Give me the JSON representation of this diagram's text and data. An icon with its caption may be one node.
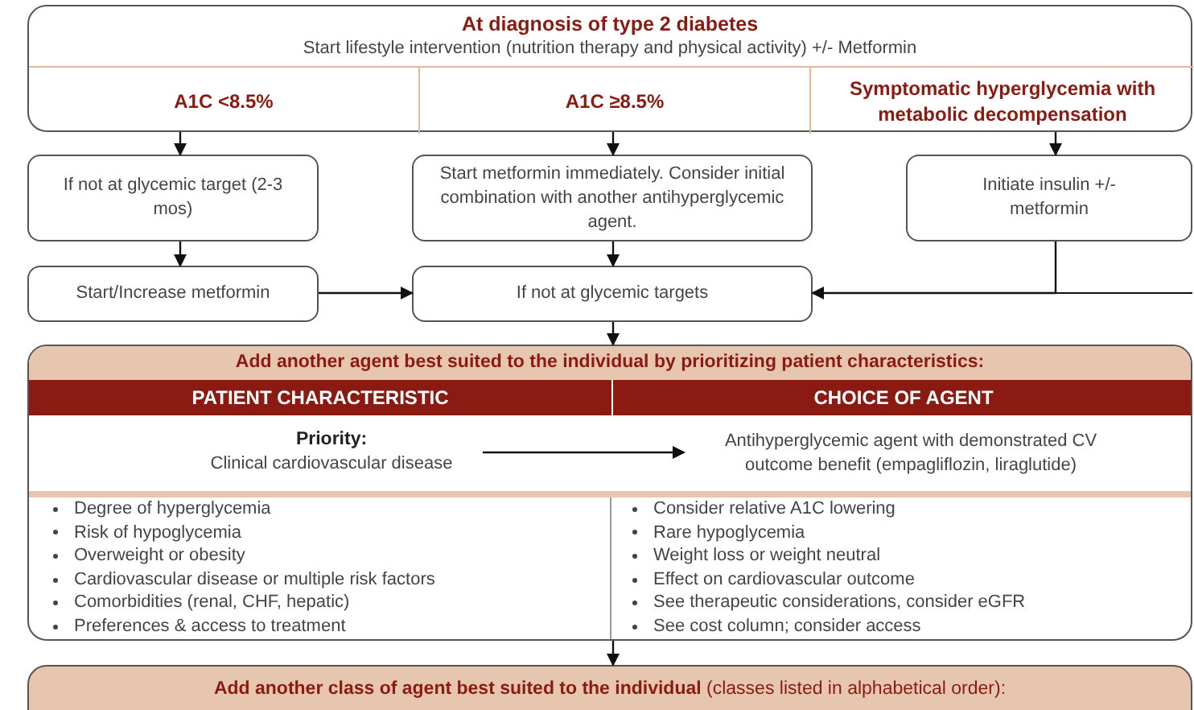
{
  "diagram": {
    "nodes": [
      {
        "text": [
          "At diagnosis of type 2 diabetes",
          "Start lifestyle intervention (nutrition therapy and physical activity) +/- Metformin"
        ]
      },
      {
        "text": [
          "A1C <8.5%"
        ],
        "in": 0
      },
      {
        "text": [
          "A1C ≥8.5%"
        ],
        "in": 0
      },
      {
        "text": [
          "Symptomatic hyperglycemia with metabolic decompensation"
        ],
        "in": 0
      },
      {
        "text": [
          "If not at glycemic target (2-3 mos)"
        ]
      },
      {
        "text": [
          "Start metformin immediately. Consider initial combination with another antihyperglycemic agent."
        ]
      },
      {
        "text": [
          "Initiate insulin +/- metformin"
        ]
      },
      {
        "text": [
          "Start/Increase metformin"
        ]
      },
      {
        "text": [
          "If not at glycemic targets"
        ]
      },
      {
        "text": [
          "Add another agent best suited to the individual by prioritizing patient characteristics:"
        ]
      },
      {
        "text": [
          "PATIENT CHARACTERISTIC"
        ],
        "in": 9
      },
      {
        "text": [
          "CHOICE OF AGENT"
        ],
        "in": 9
      },
      {
        "text": [
          "Priority:",
          "Clinical cardiovascular disease"
        ],
        "in": 9
      },
      {
        "text": [
          "Antihyperglycemic agent with demonstrated CV outcome benefit (empagliflozin, liraglutide)"
        ],
        "in": 9
      },
      {
        "text": [
          "Degree of hyperglycemia",
          "Risk of hypoglycemia",
          "Overweight or obesity",
          "Cardiovascular disease or multiple risk factors",
          "Comorbidities (renal, CHF, hepatic)",
          "Preferences & access to treatment"
        ],
        "in": 9
      },
      {
        "text": [
          "Consider relative A1C lowering",
          "Rare hypoglycemia",
          "Weight loss or weight neutral",
          "Effect on cardiovascular outcome",
          "See therapeutic considerations, consider eGFR",
          "See cost column; consider access"
        ],
        "in": 9
      },
      {
        "text": [
          "**Add another class of agent best suited to the individual** (classes listed in alphabetical order):"
        ]
      }
    ],
    "edges": [
      {
        "from": 1,
        "to": 4,
        "arrow": "to"
      },
      {
        "from": 2,
        "to": 5,
        "arrow": "to"
      },
      {
        "from": 3,
        "to": 6,
        "arrow": "to"
      },
      {
        "from": 4,
        "to": 7,
        "arrow": "to"
      },
      {
        "from": 7,
        "to": 8,
        "arrow": "to"
      },
      {
        "from": 5,
        "to": 8,
        "arrow": "to"
      },
      {
        "from": 6,
        "to": 8,
        "arrow": "to"
      },
      {
        "from": 8,
        "to": 9,
        "arrow": "to"
      },
      {
        "from": 12,
        "to": 13,
        "arrow": "to"
      },
      {
        "from": 9,
        "to": 16,
        "arrow": "to"
      }
    ]
  }
}
